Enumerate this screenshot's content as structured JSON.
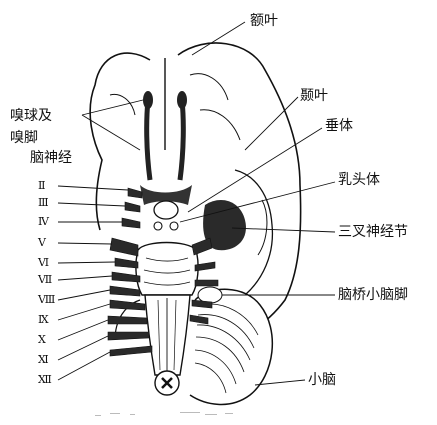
{
  "labels": {
    "frontal_lobe": "额叶",
    "temporal_lobe": "颞叶",
    "pituitary": "垂体",
    "olfactory_line1": "嗅球及",
    "olfactory_line2": "嗅脚",
    "cranial_nerves": "脑神经",
    "mammillary_body": "乳头体",
    "trigeminal_ganglion": "三叉神经节",
    "cerebellopontine": "脑桥小脑脚",
    "cerebellum": "小脑"
  },
  "nerves": [
    "Ⅱ",
    "Ⅲ",
    "Ⅳ",
    "Ⅴ",
    "Ⅵ",
    "Ⅶ",
    "Ⅷ",
    "Ⅸ",
    "Ⅹ",
    "Ⅺ",
    "Ⅻ"
  ],
  "colors": {
    "ink": "#111111",
    "shade": "#2a2a2a",
    "background": "#ffffff"
  }
}
